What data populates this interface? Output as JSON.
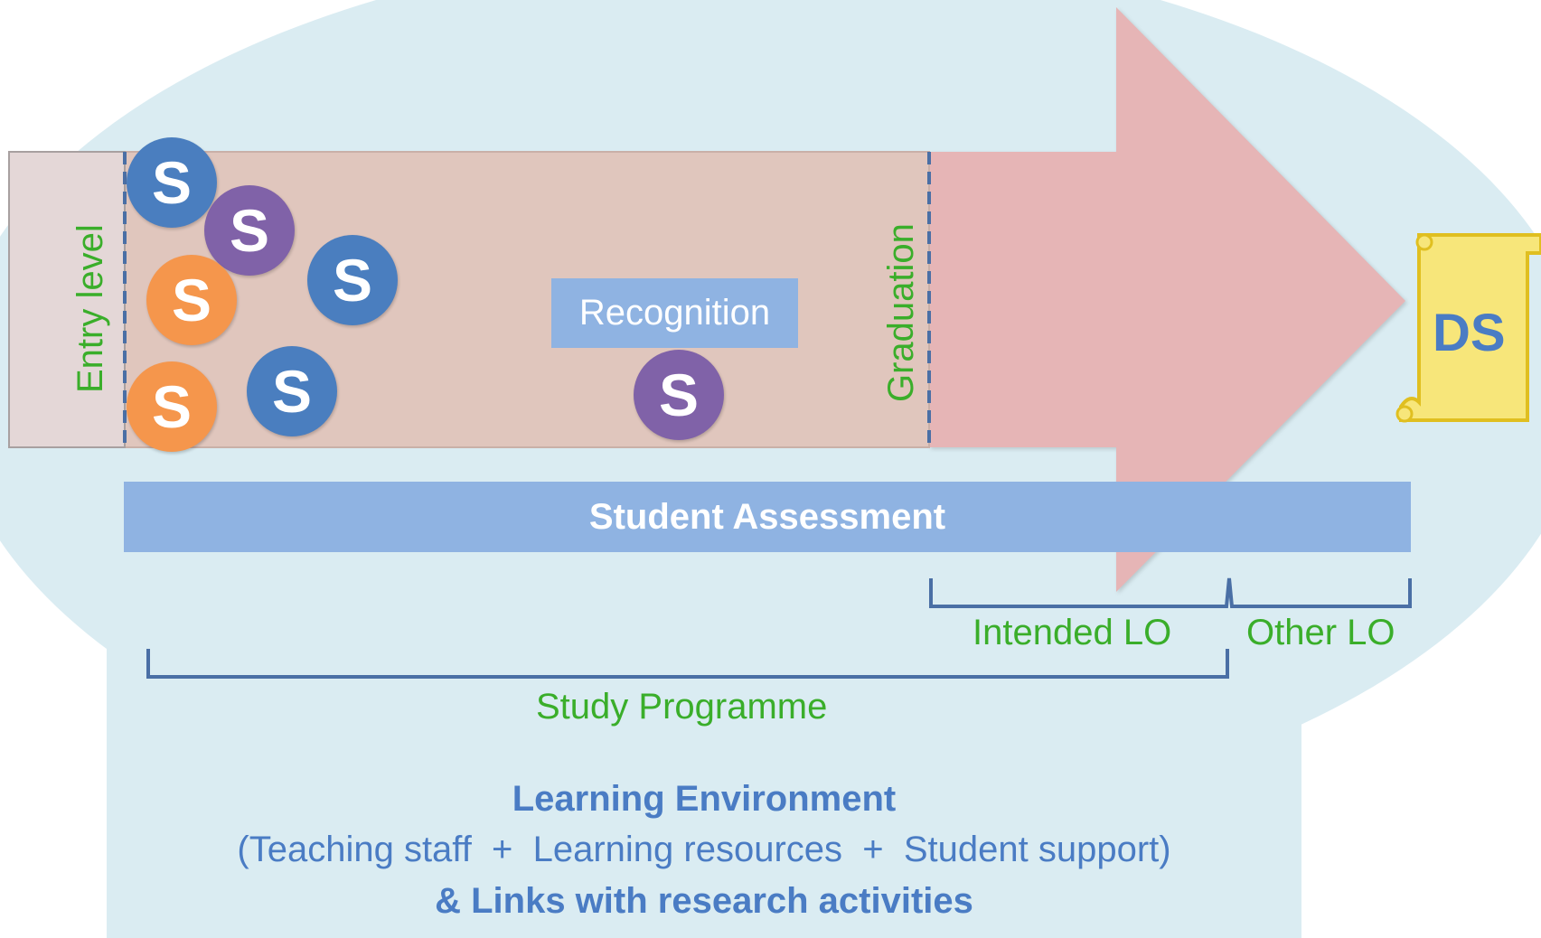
{
  "labels": {
    "entry_level": "Entry level",
    "graduation": "Graduation",
    "recognition": "Recognition",
    "student_assessment": "Student Assessment",
    "intended_lo": "Intended LO",
    "other_lo": "Other LO",
    "study_programme": "Study Programme",
    "diploma_supplement": "DS"
  },
  "students": [
    "S",
    "S",
    "S",
    "S",
    "S",
    "S",
    "S"
  ],
  "learning_environment": {
    "title": "Learning Environment",
    "components": "(Teaching staff  +  Learning resources  +  Student support)",
    "links": "& Links with research activities"
  },
  "colors": {
    "background_blob": "#daecf2",
    "arrow": "#e6b5b6",
    "programme_band": "#e0c6bd",
    "entry_band": "#e4d7d7",
    "assessment_bar": "#8fb3e2",
    "bracket": "#4a6fa5",
    "label_green": "#3aae2a",
    "text_blue": "#4a7cc4",
    "student_blue": "#4a7ebf",
    "student_purple": "#8062a8",
    "student_orange": "#f5964c",
    "scroll": "#f7e67a"
  },
  "icons": [
    "student-icon",
    "diploma-scroll-icon"
  ]
}
